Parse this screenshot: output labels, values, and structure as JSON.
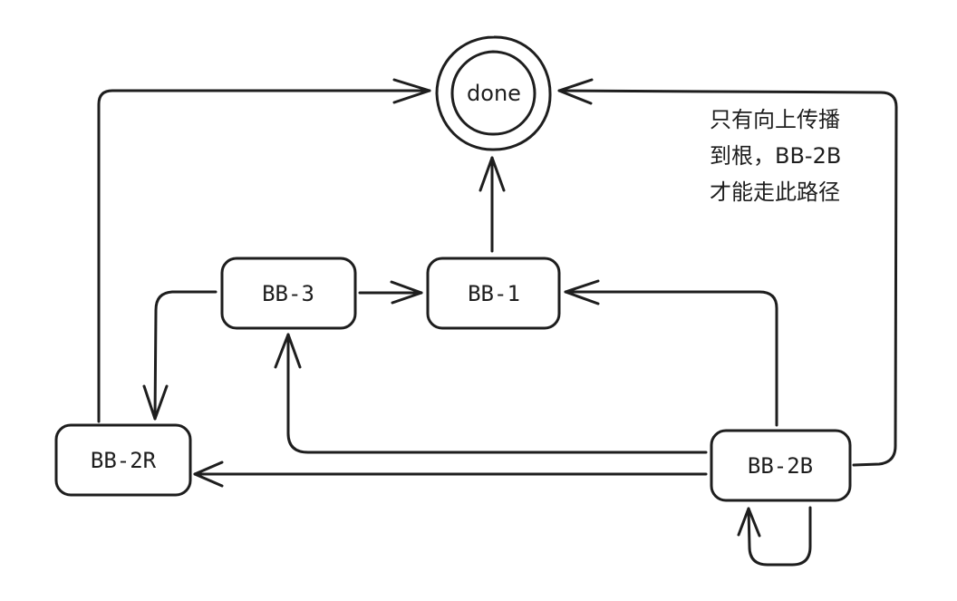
{
  "diagram": {
    "type": "flow",
    "nodes": {
      "done": {
        "label": "done",
        "shape": "double-circle"
      },
      "bb3": {
        "label": "BB-3",
        "shape": "rounded-rect"
      },
      "bb1": {
        "label": "BB-1",
        "shape": "rounded-rect"
      },
      "bb2r": {
        "label": "BB-2R",
        "shape": "rounded-rect"
      },
      "bb2b": {
        "label": "BB-2B",
        "shape": "rounded-rect"
      }
    },
    "edges": [
      {
        "from": "BB-2R",
        "to": "done"
      },
      {
        "from": "BB-2B",
        "to": "done"
      },
      {
        "from": "BB-1",
        "to": "done"
      },
      {
        "from": "BB-3",
        "to": "BB-1"
      },
      {
        "from": "BB-3",
        "to": "BB-2R"
      },
      {
        "from": "BB-2B",
        "to": "BB-1"
      },
      {
        "from": "BB-2B",
        "to": "BB-3"
      },
      {
        "from": "BB-2B",
        "to": "BB-2R"
      },
      {
        "from": "BB-2B",
        "to": "BB-2B"
      }
    ],
    "note": {
      "lines": [
        "只有向上传播",
        "到根，BB-2B",
        "才能走此路径"
      ]
    },
    "colors": {
      "stroke": "#1e1e1e",
      "background": "#ffffff"
    }
  }
}
